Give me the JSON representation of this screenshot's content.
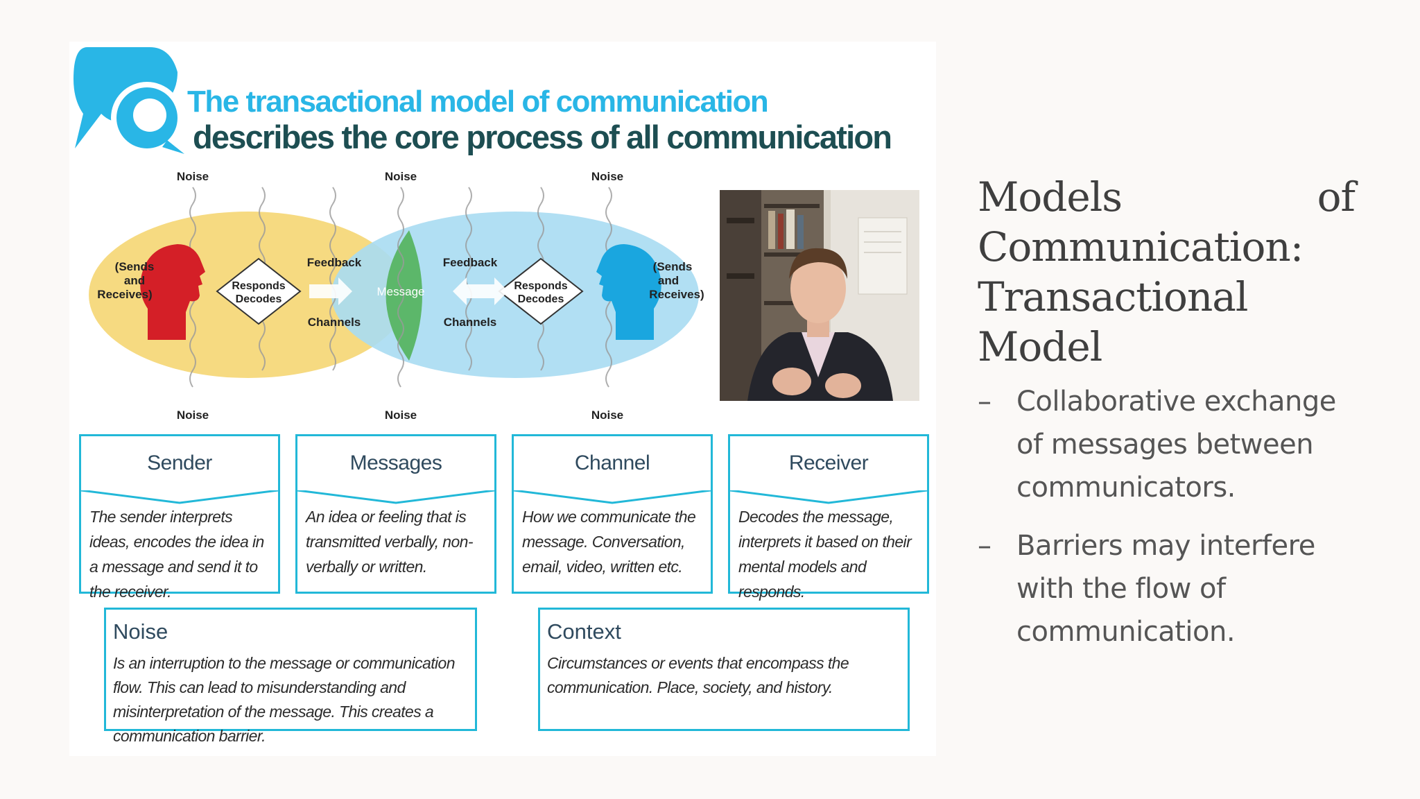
{
  "header": {
    "line1": "The transactional model of communication",
    "line2": "describes the core process of all communication"
  },
  "diagram": {
    "noise": "Noise",
    "sender_role": [
      "(Sends",
      "and",
      "Receives)"
    ],
    "receiver_role": [
      "(Sends",
      "and",
      "Receives)"
    ],
    "responds_decodes": [
      "Responds",
      "Decodes"
    ],
    "feedback": "Feedback",
    "channels": "Channels",
    "message": "Message"
  },
  "cards": [
    {
      "title": "Sender",
      "body": "The sender interprets ideas, encodes the idea in a message and send it to the receiver."
    },
    {
      "title": "Messages",
      "body": "An idea or feeling that is transmitted verbally, non-verbally or written."
    },
    {
      "title": "Channel",
      "body": "How we communicate the message. Conversation, email, video, written etc."
    },
    {
      "title": "Receiver",
      "body": "Decodes the message, interprets it based on their mental models and responds."
    }
  ],
  "wide_cards": [
    {
      "title": "Noise",
      "body": "Is an interruption to the message or communication flow. This can lead to misunderstanding and misinterpretation of the message. This creates a communication barrier."
    },
    {
      "title": "Context",
      "body": "Circumstances or events that encompass the communication. Place, society, and history."
    }
  ],
  "slide": {
    "title_w1": "Models",
    "title_w2": "of",
    "title_l2": "Communication:",
    "title_l3": "Transactional",
    "title_l4": "Model",
    "bullets": [
      "Collaborative exchange of messages between communicators.",
      "Barriers may interfere with the flow of communication."
    ],
    "dash": "–"
  },
  "colors": {
    "brand_blue": "#29b6e6",
    "brand_dark": "#1d4e52",
    "card_border": "#22b8d8",
    "sender_red": "#d41f27",
    "receiver_blue": "#1aa6df",
    "message_green": "#53b261"
  }
}
